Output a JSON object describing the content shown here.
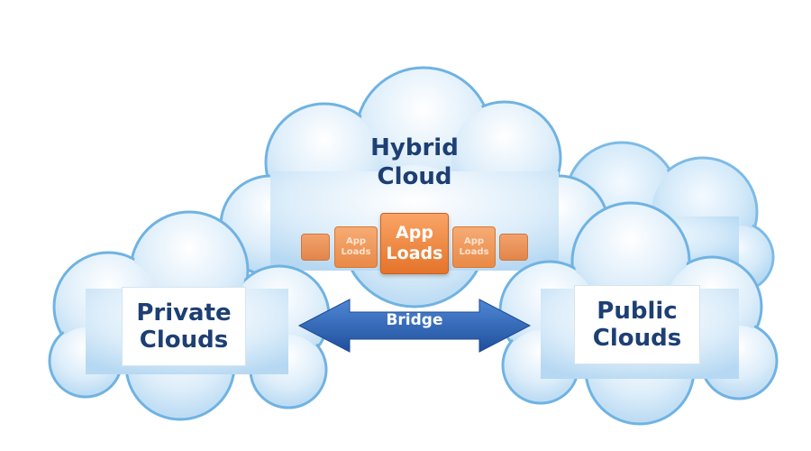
{
  "diagram": {
    "hybrid": {
      "title": "Hybrid\nCloud"
    },
    "app_loads": {
      "main_label": "App\nLoads",
      "small_label": "App\nLoads"
    },
    "private": {
      "label": "Private\nClouds"
    },
    "public": {
      "label": "Public\nClouds"
    },
    "bridge": {
      "label": "Bridge"
    }
  },
  "colors": {
    "cloud_fill": "#cfe6f7",
    "cloud_edge": "#6fb3e3",
    "text": "#1d3f73",
    "arrow": "#2f66b8",
    "app_orange": "#e98a48"
  }
}
